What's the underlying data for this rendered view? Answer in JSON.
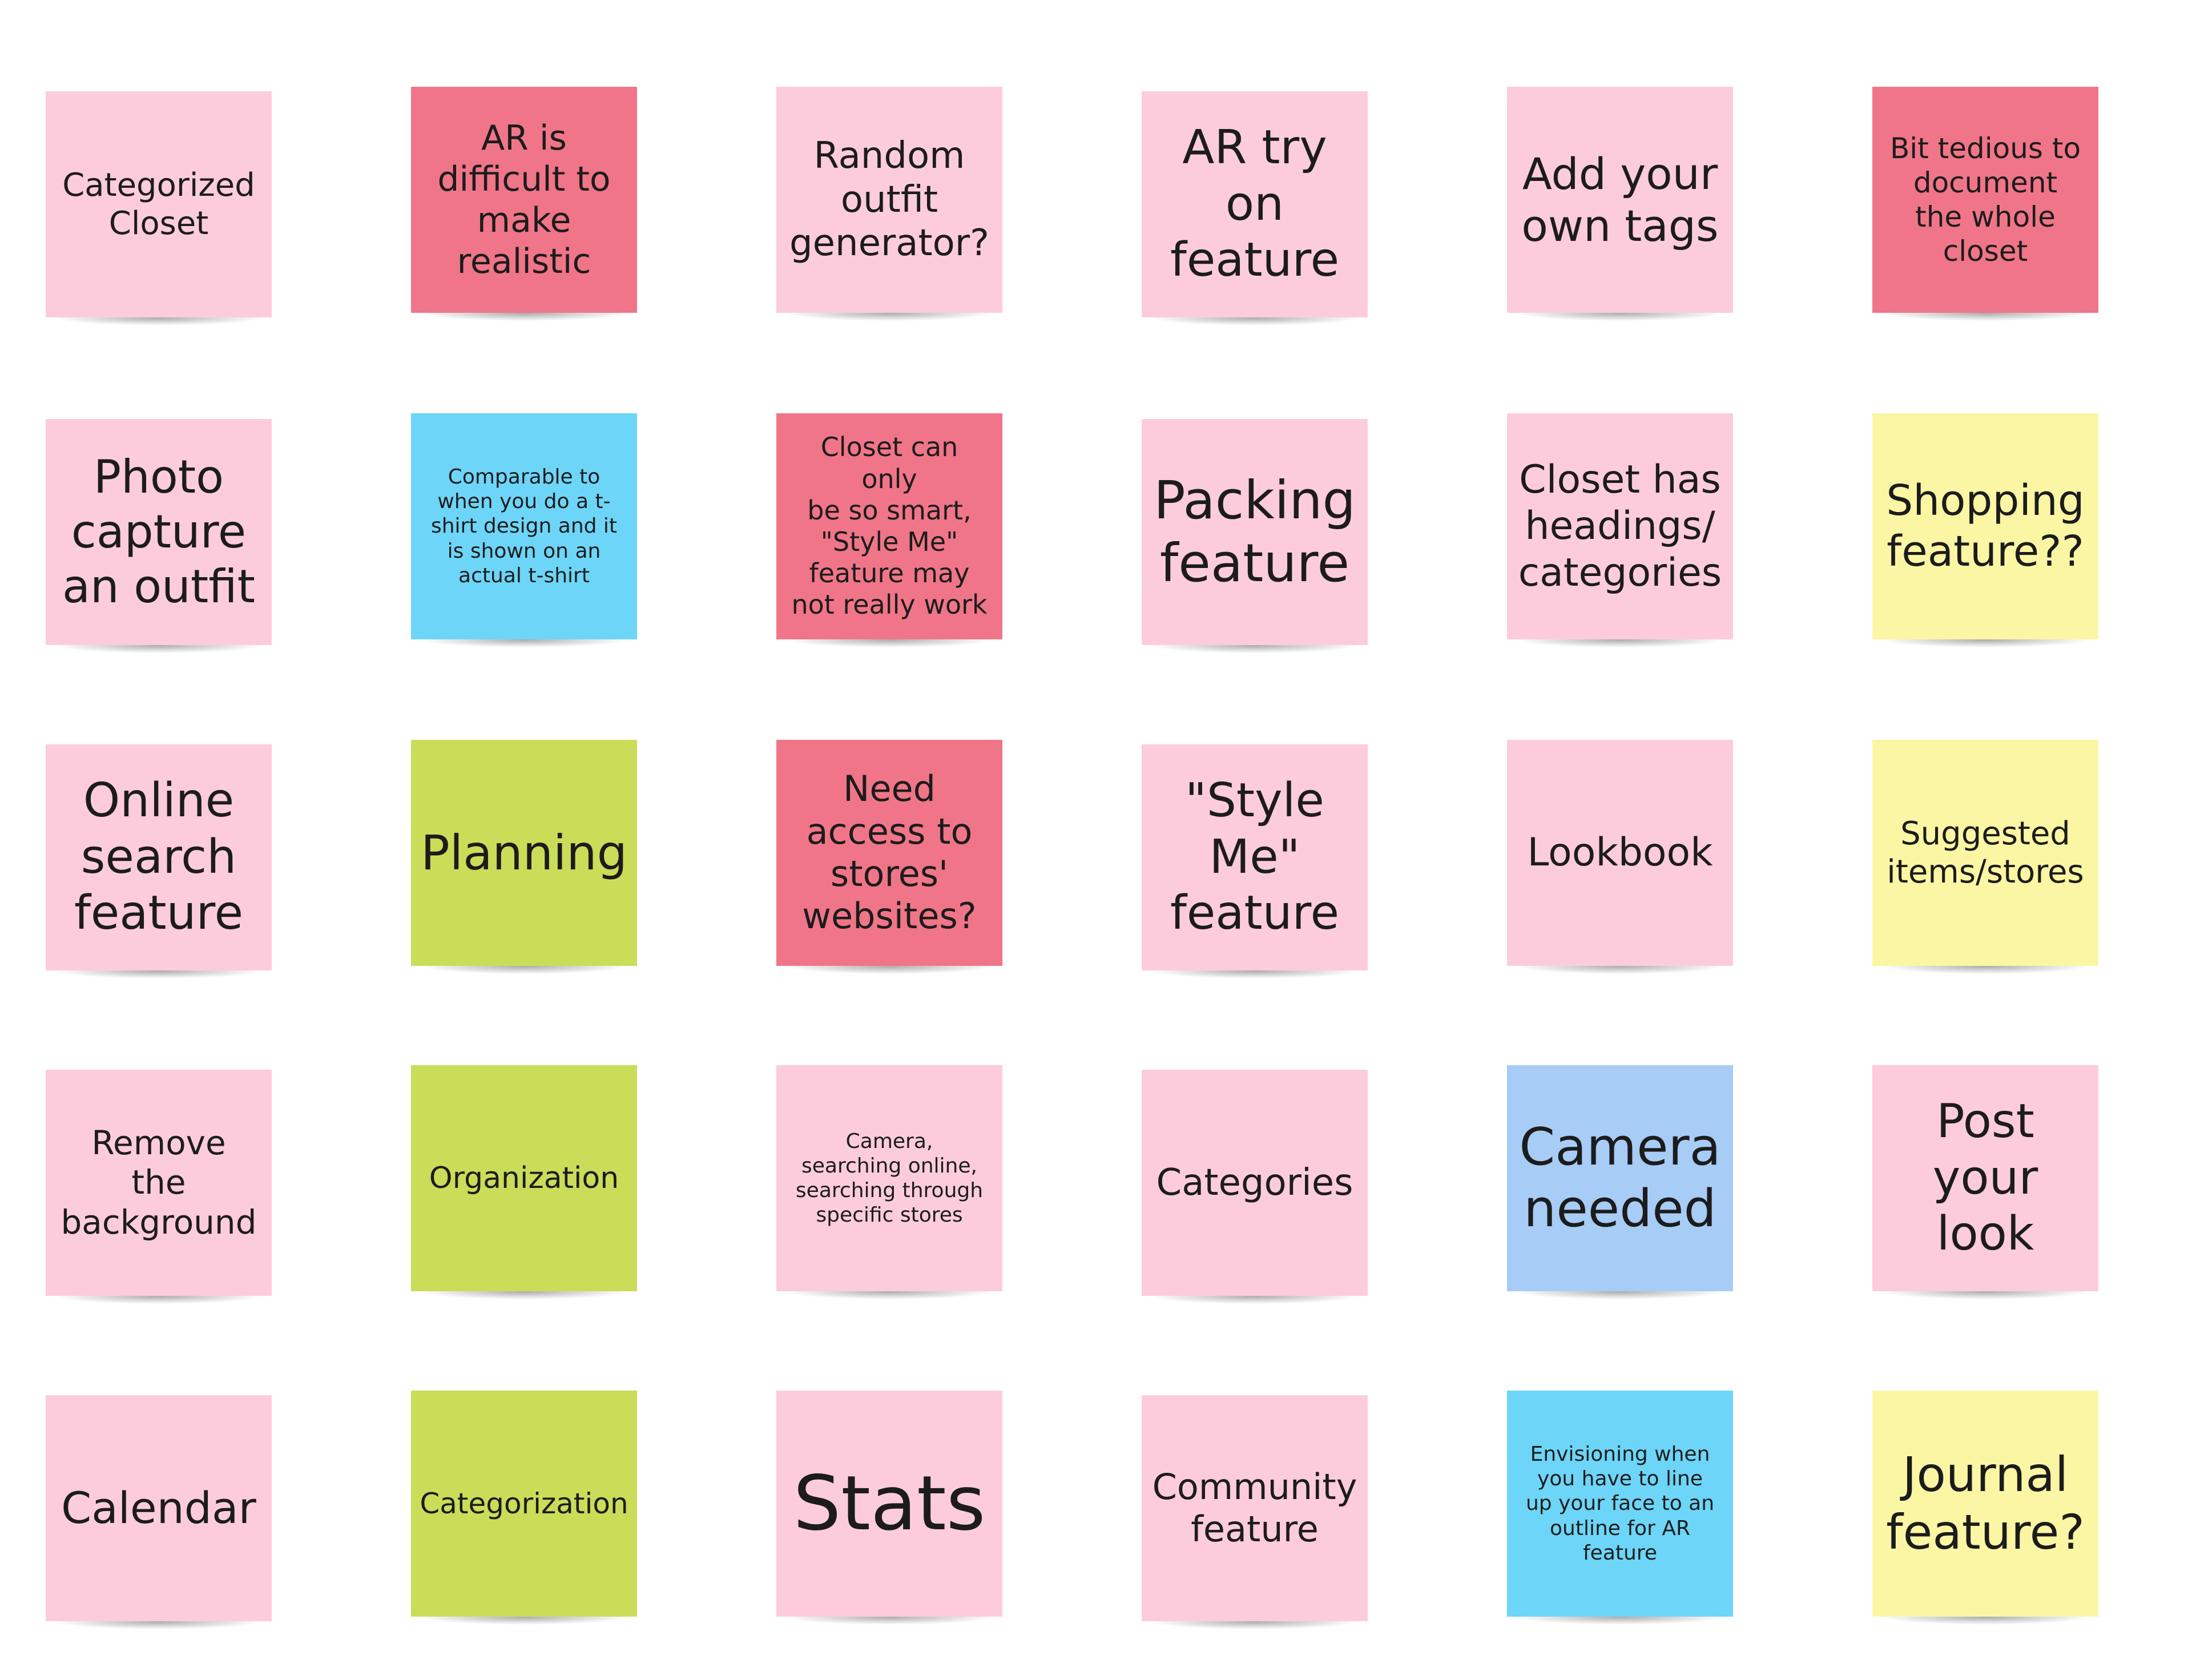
{
  "colors": {
    "pink": "#fdccdc",
    "red": "#f07588",
    "blue": "#6dd5f8",
    "lightblue": "#a7ccf6",
    "green": "#cadd59",
    "yellow": "#fbf6a3"
  },
  "notes": [
    {
      "text": "Categorized\nCloset",
      "color": "pink"
    },
    {
      "text": "AR is\ndifficult to\nmake\nrealistic",
      "color": "red"
    },
    {
      "text": "Random\noutfit\ngenerator?",
      "color": "pink"
    },
    {
      "text": "AR try\non\nfeature",
      "color": "pink"
    },
    {
      "text": "Add your\nown tags",
      "color": "pink"
    },
    {
      "text": "Bit tedious to\ndocument\nthe whole\ncloset",
      "color": "red"
    },
    {
      "text": "Photo\ncapture\nan outfit",
      "color": "pink"
    },
    {
      "text": "Comparable to\nwhen you do a t-\nshirt design and it\nis shown on an\nactual t-shirt",
      "color": "blue"
    },
    {
      "text": "Closet can only\nbe so smart,\n\"Style Me\"\nfeature may\nnot really work",
      "color": "red"
    },
    {
      "text": "Packing\nfeature",
      "color": "pink"
    },
    {
      "text": "Closet has\nheadings/\ncategories",
      "color": "pink"
    },
    {
      "text": "Shopping\nfeature??",
      "color": "yellow"
    },
    {
      "text": "Online\nsearch\nfeature",
      "color": "pink"
    },
    {
      "text": "Planning",
      "color": "green"
    },
    {
      "text": "Need\naccess to\nstores'\nwebsites?",
      "color": "red"
    },
    {
      "text": "\"Style\nMe\"\nfeature",
      "color": "pink"
    },
    {
      "text": "Lookbook",
      "color": "pink"
    },
    {
      "text": "Suggested\nitems/stores",
      "color": "yellow"
    },
    {
      "text": "Remove the\nbackground",
      "color": "pink"
    },
    {
      "text": "Organization",
      "color": "green"
    },
    {
      "text": "Camera,\nsearching online,\nsearching through\nspecific stores",
      "color": "pink"
    },
    {
      "text": "Categories",
      "color": "pink"
    },
    {
      "text": "Camera\nneeded",
      "color": "lightblue"
    },
    {
      "text": "Post\nyour\nlook",
      "color": "pink"
    },
    {
      "text": "Calendar",
      "color": "pink"
    },
    {
      "text": "Categorization",
      "color": "green"
    },
    {
      "text": "Stats",
      "color": "pink"
    },
    {
      "text": "Community\nfeature",
      "color": "pink"
    },
    {
      "text": "Envisioning when\nyou have to line\nup your face to an\noutline for AR\nfeature",
      "color": "blue"
    },
    {
      "text": "Journal\nfeature?",
      "color": "yellow"
    }
  ]
}
